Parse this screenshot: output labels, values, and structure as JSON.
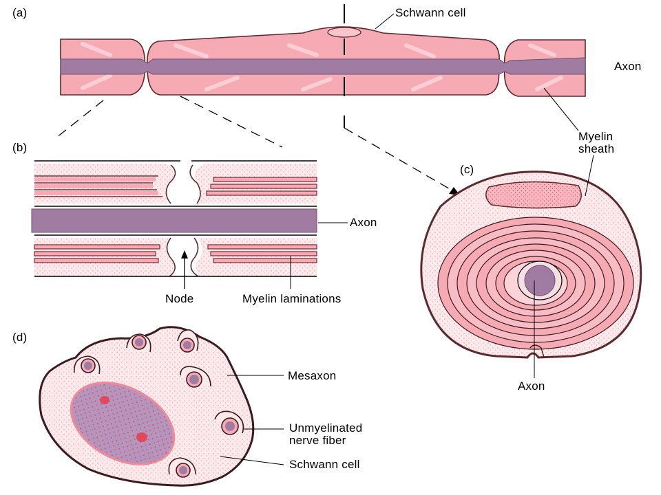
{
  "colors": {
    "myelin": "#f6aab4",
    "myelin_light": "#fbd3d9",
    "axon": "#a07ca3",
    "outline": "#5a2a2f",
    "cytoplasm": "#fbe5e7",
    "nucleus_dot": "#e2485c",
    "ink": "#000000"
  },
  "panels": {
    "a": {
      "tag": "(a)",
      "labels": {
        "schwann_cell": "Schwann cell",
        "axon": "Axon",
        "myelin_sheath": "Myelin\nsheath"
      }
    },
    "b": {
      "tag": "(b)",
      "labels": {
        "axon": "Axon",
        "node": "Node",
        "myelin_laminations": "Myelin laminations"
      }
    },
    "c": {
      "tag": "(c)",
      "labels": {
        "axon": "Axon"
      }
    },
    "d": {
      "tag": "(d)",
      "labels": {
        "mesaxon": "Mesaxon",
        "unmyelinated": "Unmyelinated\nnerve fiber",
        "schwann_cell": "Schwann cell"
      }
    }
  }
}
